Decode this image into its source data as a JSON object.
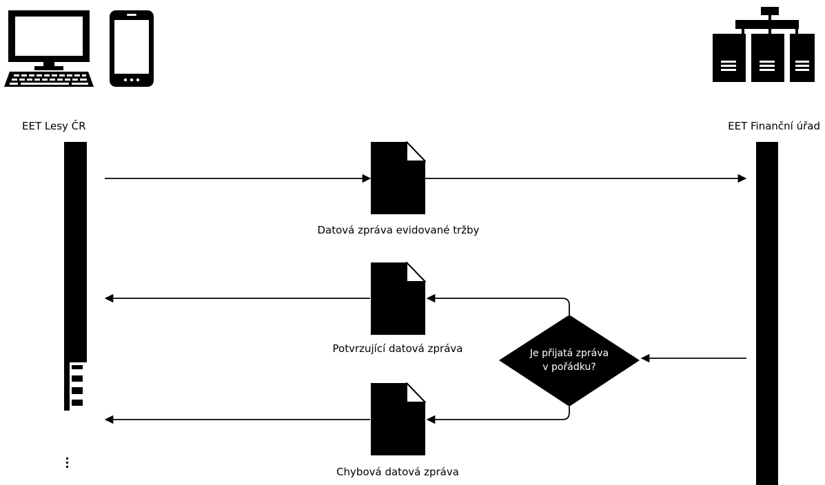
{
  "participants": {
    "left": {
      "label": "EET Lesy ČR",
      "icons": [
        "desktop-computer-icon",
        "smartphone-icon"
      ]
    },
    "right": {
      "label": "EET Finanční úřad",
      "icons": [
        "server-cluster-icon"
      ]
    }
  },
  "messages": {
    "request": {
      "label": "Datová zpráva evidované tržby",
      "direction": "left-to-right"
    },
    "confirmation": {
      "label": "Potvrzující datová zpráva",
      "direction": "right-to-left"
    },
    "error": {
      "label": "Chybová datová zpráva",
      "direction": "right-to-left"
    }
  },
  "decision": {
    "line1": "Je přijatá zpráva",
    "line2": "v pořádku?"
  },
  "colors": {
    "ink": "#000000",
    "background": "#ffffff"
  }
}
